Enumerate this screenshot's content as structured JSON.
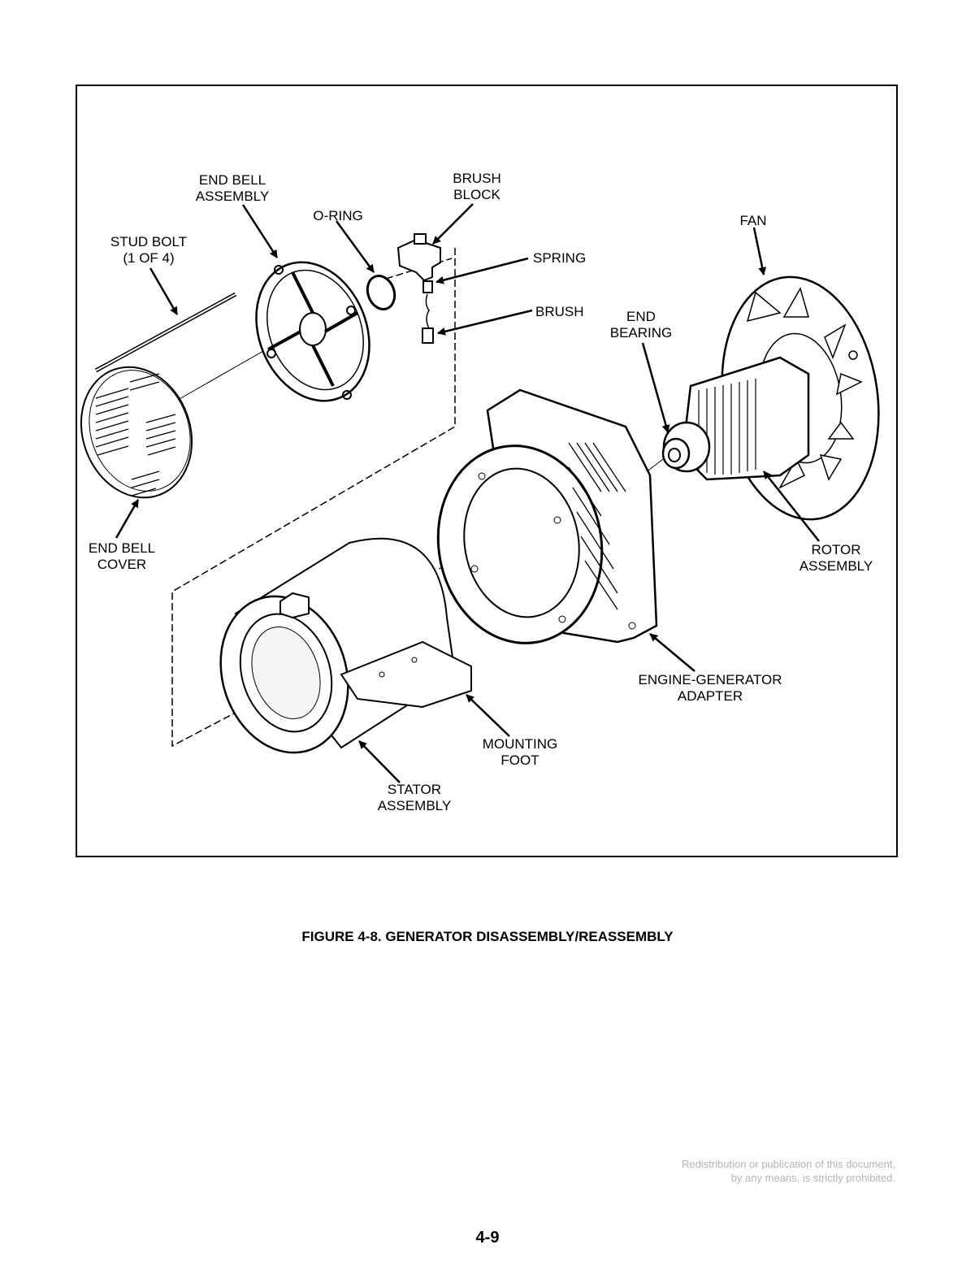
{
  "figure": {
    "labels": {
      "end_bell_assembly": [
        "END BELL",
        "ASSEMBLY"
      ],
      "brush_block": [
        "BRUSH",
        "BLOCK"
      ],
      "o_ring": "O-RING",
      "fan": "FAN",
      "stud_bolt": [
        "STUD BOLT",
        "(1 OF 4)"
      ],
      "spring": "SPRING",
      "brush": "BRUSH",
      "end_bearing": [
        "END",
        "BEARING"
      ],
      "end_bell_cover": [
        "END BELL",
        "COVER"
      ],
      "rotor_assembly": [
        "ROTOR",
        "ASSEMBLY"
      ],
      "engine_generator_adapter": [
        "ENGINE-GENERATOR",
        "ADAPTER"
      ],
      "mounting_foot": [
        "MOUNTING",
        "FOOT"
      ],
      "stator_assembly": [
        "STATOR",
        "ASSEMBLY"
      ]
    }
  },
  "caption": "FIGURE 4-8.  GENERATOR DISASSEMBLY/REASSEMBLY",
  "notice": [
    "Redistribution or publication of this document,",
    "by any means, is strictly prohibited."
  ],
  "page_number": "4-9"
}
